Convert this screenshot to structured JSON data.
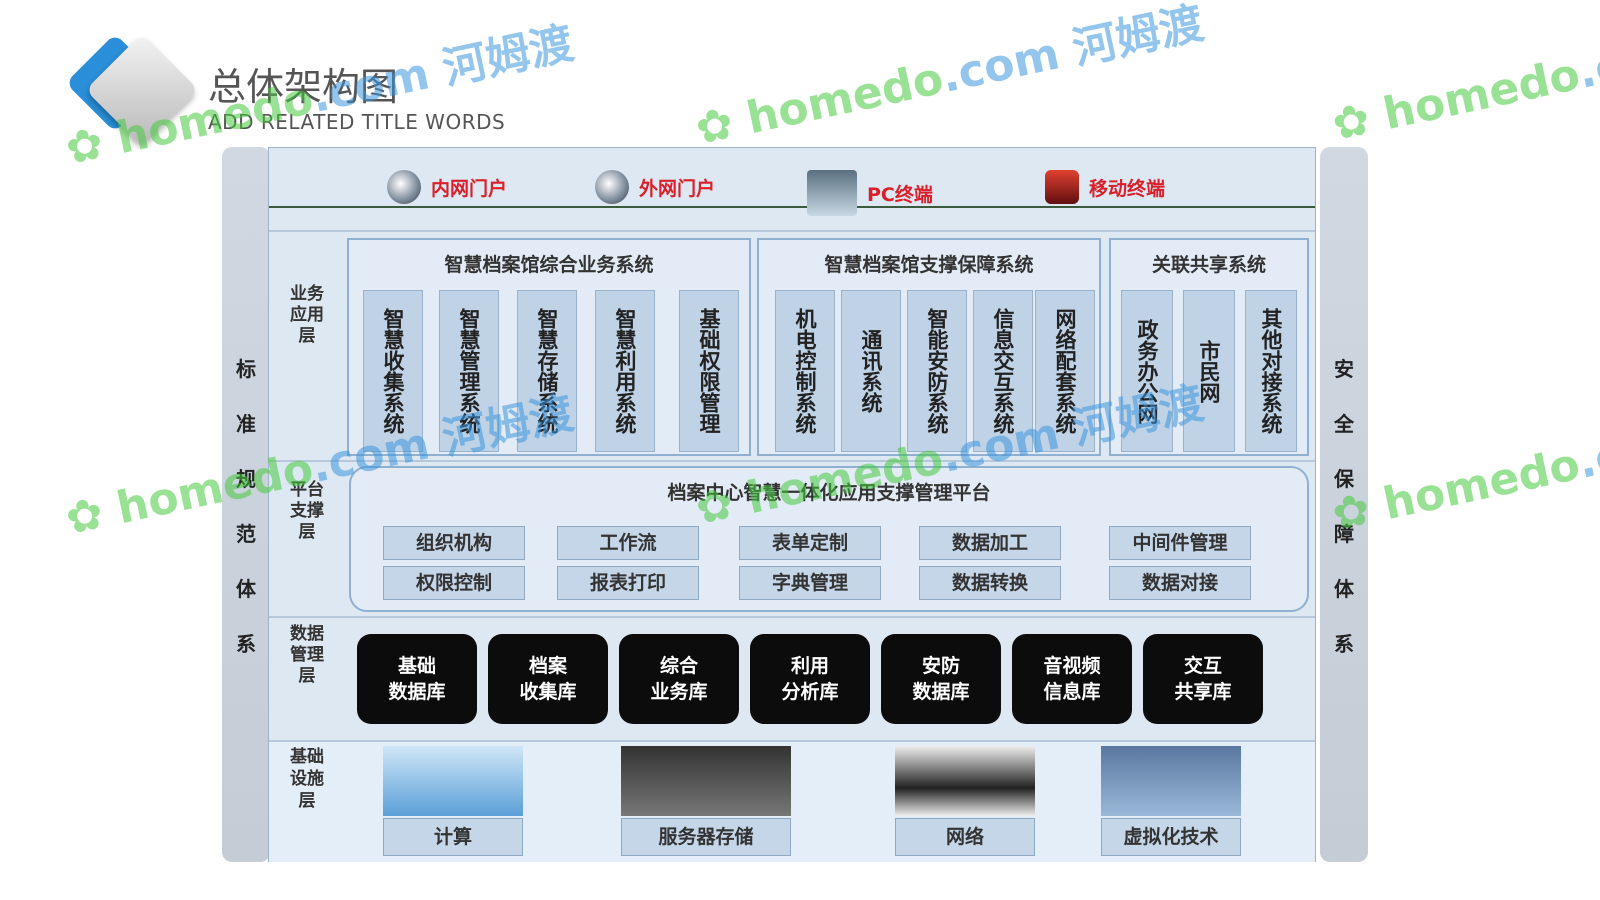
{
  "header": {
    "title": "总体架构图",
    "subtitle": "ADD RELATED TITLE WORDS"
  },
  "left_bar": [
    "标",
    "准",
    "规",
    "范",
    "体",
    "系"
  ],
  "right_bar": [
    "安",
    "全",
    "保",
    "障",
    "体",
    "系"
  ],
  "portals": [
    {
      "label": "内网门户",
      "icon": "globe-icon"
    },
    {
      "label": "外网门户",
      "icon": "globe-icon"
    },
    {
      "label": "PC终端",
      "icon": "computer-icon"
    },
    {
      "label": "移动终端",
      "icon": "mobile-icon"
    }
  ],
  "layers": {
    "business": "业务应用层",
    "platform": "平台支撑层",
    "data": "数据管理层",
    "infra": "基础设施层"
  },
  "business_groups": [
    {
      "title": "智慧档案馆综合业务系统",
      "items": [
        "智慧收集系统",
        "智慧管理系统",
        "智慧存储系统",
        "智慧利用系统",
        "基础权限管理"
      ]
    },
    {
      "title": "智慧档案馆支撑保障系统",
      "items": [
        "机电控制系统",
        "通讯系统",
        "智能安防系统",
        "信息交互系统",
        "网络配套系统"
      ]
    },
    {
      "title": "关联共享系统",
      "items": [
        "政务办公网",
        "市民网",
        "其他对接系统"
      ]
    }
  ],
  "platform": {
    "title": "档案中心智慧一体化应用支撑管理平台",
    "items": [
      "组织机构",
      "工作流",
      "表单定制",
      "数据加工",
      "中间件管理",
      "权限控制",
      "报表打印",
      "字典管理",
      "数据转换",
      "数据对接"
    ]
  },
  "databases": [
    "基础\n数据库",
    "档案\n收集库",
    "综合\n业务库",
    "利用\n分析库",
    "安防\n数据库",
    "音视频\n信息库",
    "交互\n共享库"
  ],
  "infrastructure": [
    "计算",
    "服务器存储",
    "网络",
    "虚拟化技术"
  ],
  "watermark": {
    "brand": "homedo.com",
    "cn": "河姆渡"
  },
  "colors": {
    "accent_red": "#d9202a",
    "panel": "#dde8f3",
    "db_black": "#0c0c0c"
  }
}
